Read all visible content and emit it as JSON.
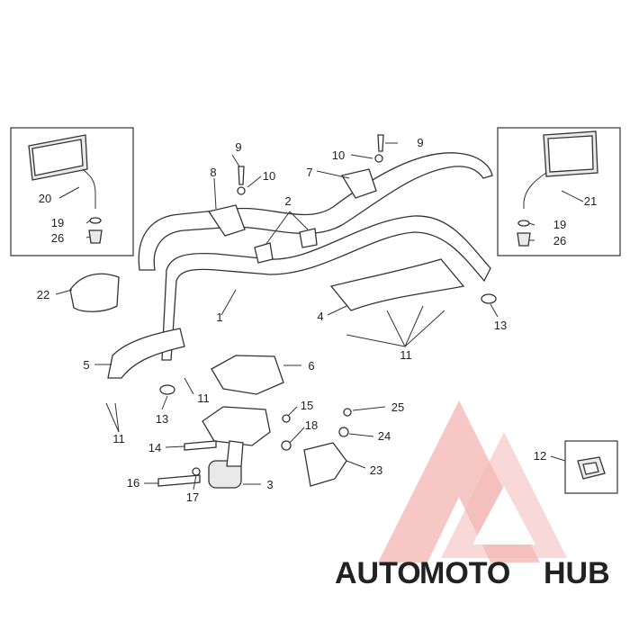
{
  "callouts": [
    {
      "id": "c1",
      "label": "1"
    },
    {
      "id": "c2",
      "label": "2"
    },
    {
      "id": "c3",
      "label": "3"
    },
    {
      "id": "c4",
      "label": "4"
    },
    {
      "id": "c5",
      "label": "5"
    },
    {
      "id": "c6",
      "label": "6"
    },
    {
      "id": "c7",
      "label": "7"
    },
    {
      "id": "c8",
      "label": "8"
    },
    {
      "id": "c9a",
      "label": "9"
    },
    {
      "id": "c9b",
      "label": "9"
    },
    {
      "id": "c10a",
      "label": "10"
    },
    {
      "id": "c10b",
      "label": "10"
    },
    {
      "id": "c11a",
      "label": "11"
    },
    {
      "id": "c11b",
      "label": "11"
    },
    {
      "id": "c11c",
      "label": "11"
    },
    {
      "id": "c12",
      "label": "12"
    },
    {
      "id": "c13a",
      "label": "13"
    },
    {
      "id": "c13b",
      "label": "13"
    },
    {
      "id": "c14",
      "label": "14"
    },
    {
      "id": "c15",
      "label": "15"
    },
    {
      "id": "c16",
      "label": "16"
    },
    {
      "id": "c17",
      "label": "17"
    },
    {
      "id": "c18",
      "label": "18"
    },
    {
      "id": "c19a",
      "label": "19"
    },
    {
      "id": "c19b",
      "label": "19"
    },
    {
      "id": "c20",
      "label": "20"
    },
    {
      "id": "c21",
      "label": "21"
    },
    {
      "id": "c22",
      "label": "22"
    },
    {
      "id": "c23",
      "label": "23"
    },
    {
      "id": "c24",
      "label": "24"
    },
    {
      "id": "c25",
      "label": "25"
    },
    {
      "id": "c26a",
      "label": "26"
    },
    {
      "id": "c26b",
      "label": "26"
    }
  ],
  "watermark": {
    "part1": "AUTO",
    "part2": "MOTO",
    "part3": "HUB",
    "colors": {
      "auto": "#f7c27a",
      "moto": "#f2a09a",
      "hub": "#b9b9b9",
      "logo": "#f2b9b6"
    }
  }
}
